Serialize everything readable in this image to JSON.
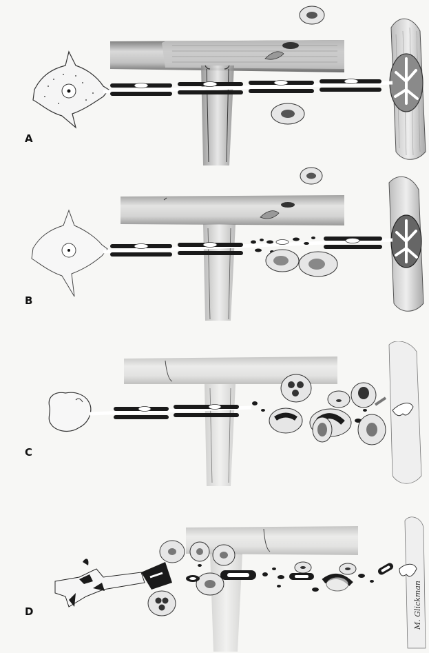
{
  "figure": {
    "panels": [
      {
        "id": "A",
        "label": "A"
      },
      {
        "id": "B",
        "label": "B"
      },
      {
        "id": "C",
        "label": "C"
      },
      {
        "id": "D",
        "label": "D"
      }
    ],
    "signature": "M. Glickman"
  },
  "colors": {
    "background": "#f7f7f5",
    "ink": "#111111",
    "myelin": "#1a1a1a",
    "vessel_shade": "#9a9a9a",
    "muscle_fill": "#8a8a8a",
    "cell_fill": "#e6e6e6"
  }
}
